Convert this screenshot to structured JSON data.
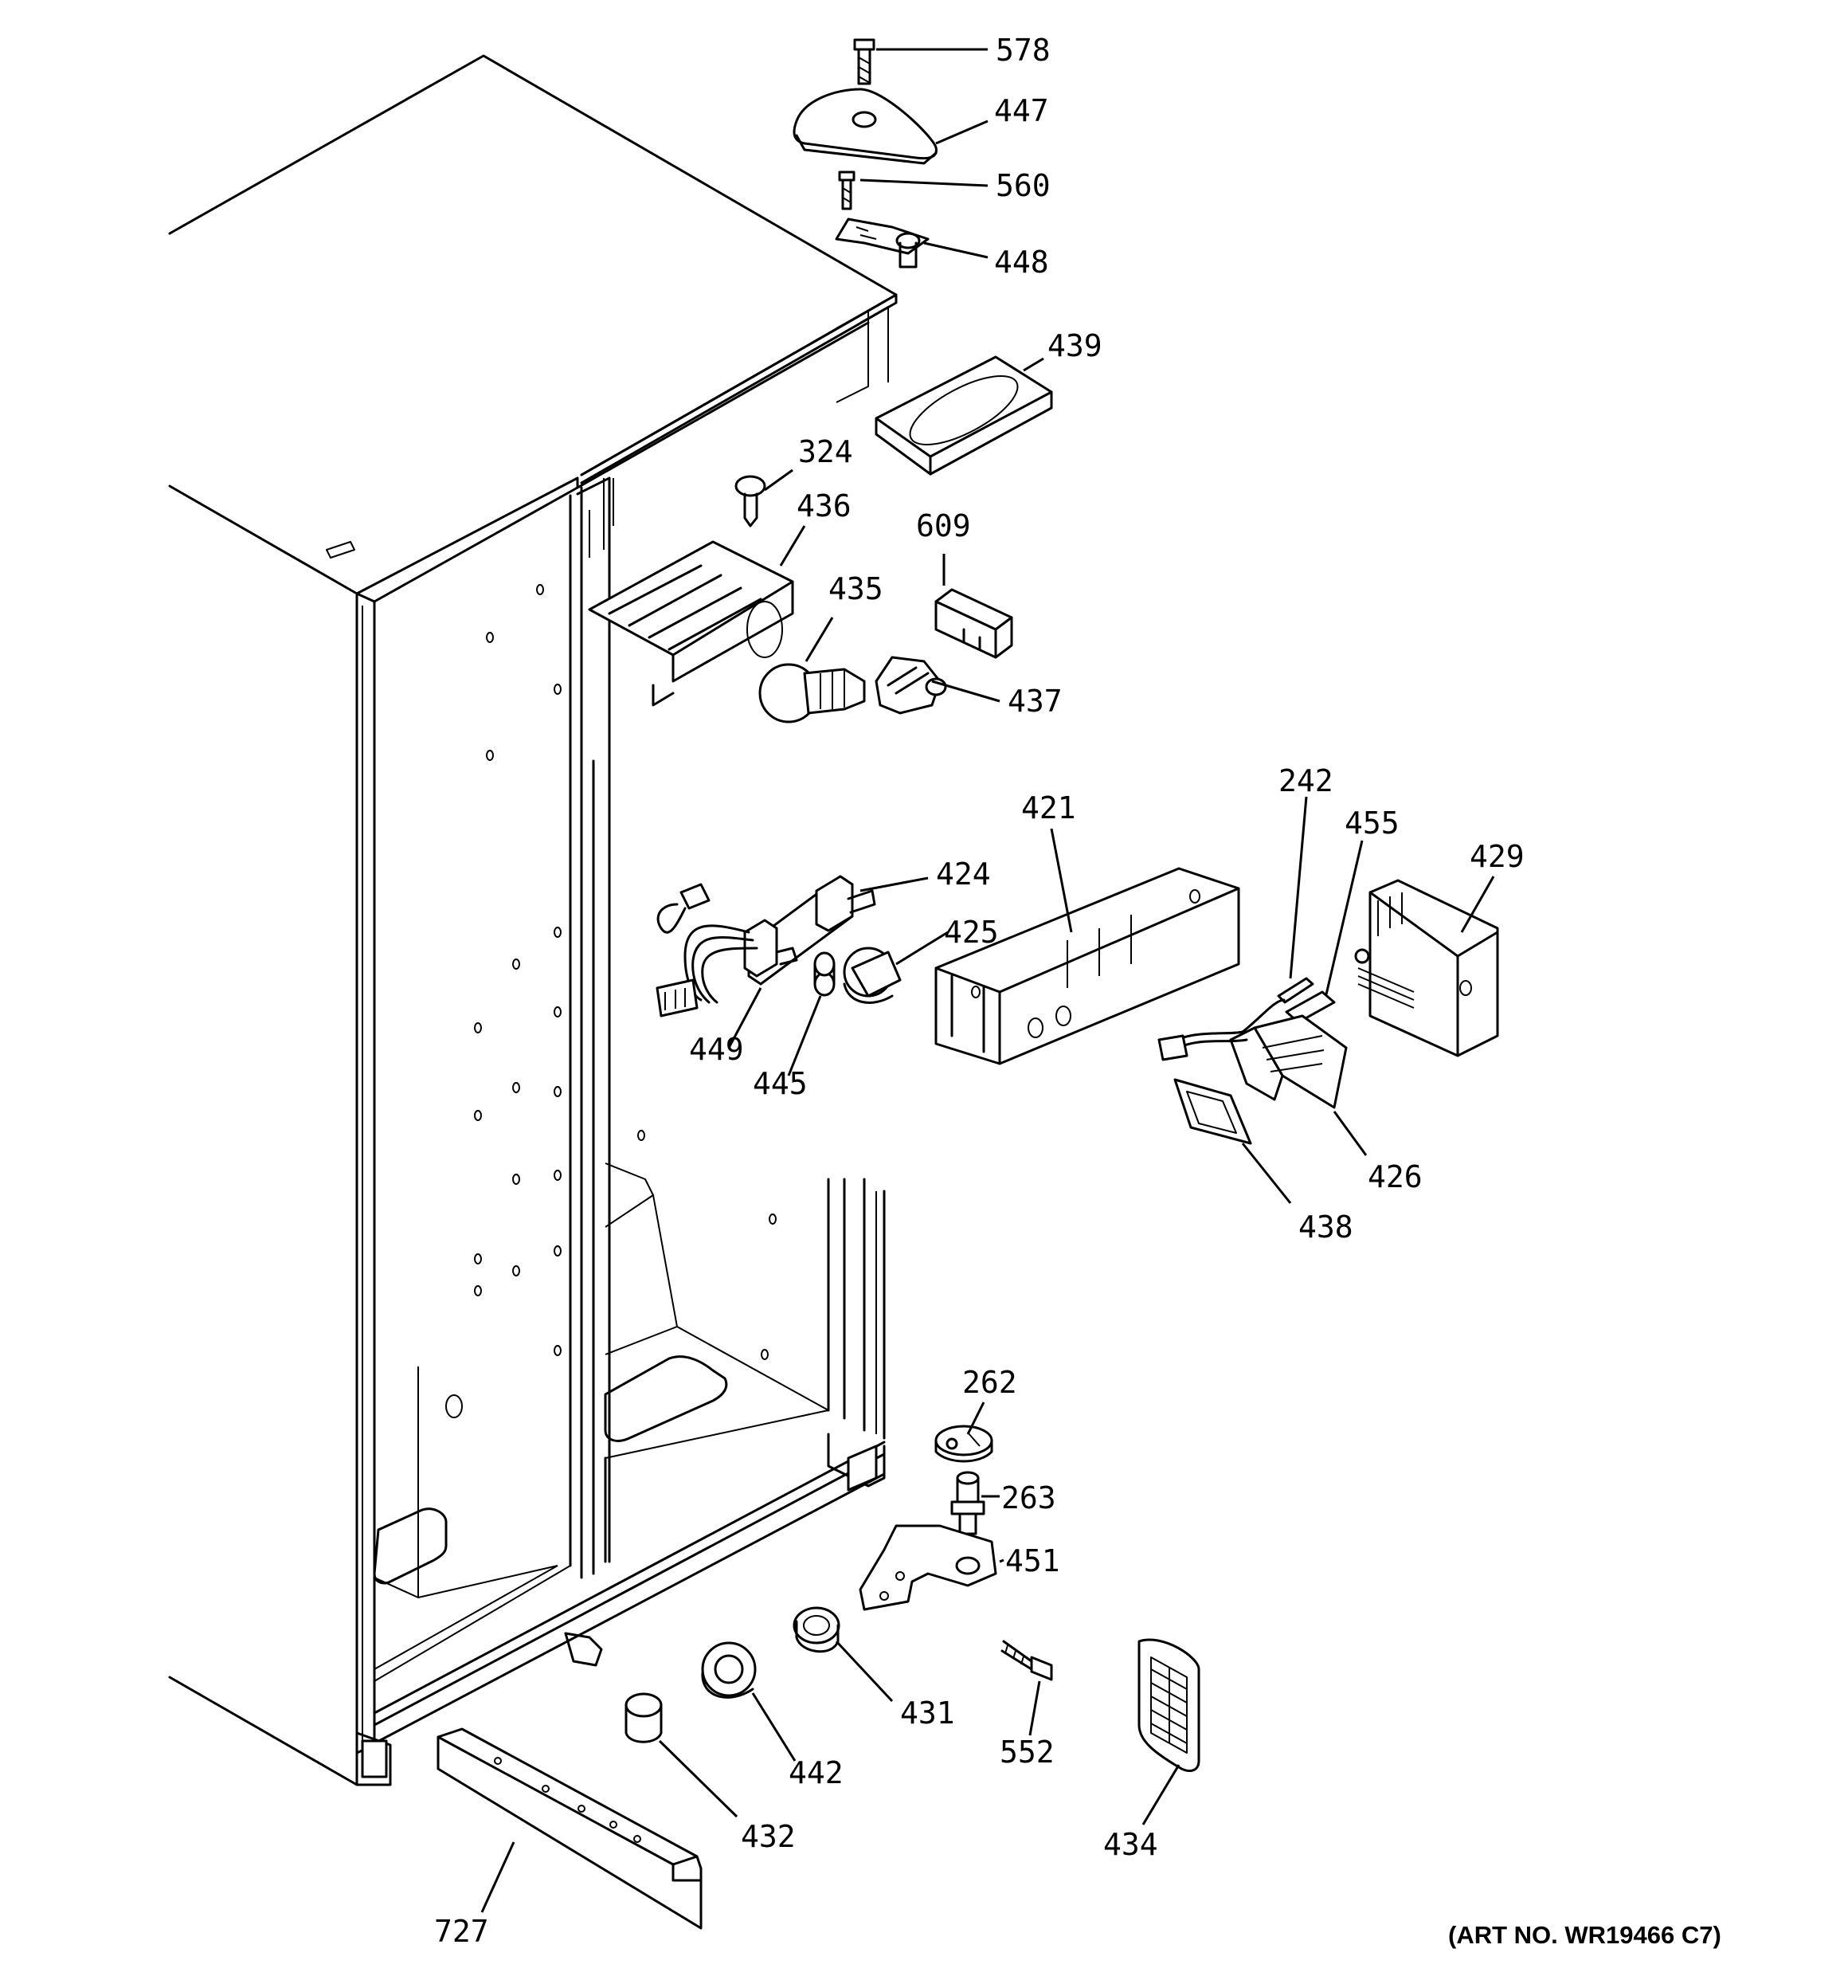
{
  "callouts": {
    "c578": "578",
    "c447": "447",
    "c560": "560",
    "c448": "448",
    "c439": "439",
    "c324": "324",
    "c436": "436",
    "c609": "609",
    "c435": "435",
    "c437": "437",
    "c421": "421",
    "c242": "242",
    "c455": "455",
    "c429": "429",
    "c424": "424",
    "c425": "425",
    "c449": "449",
    "c445": "445",
    "c426": "426",
    "c438": "438",
    "c262": "262",
    "c263": "263",
    "c451": "451",
    "c431": "431",
    "c552": "552",
    "c442": "442",
    "c432": "432",
    "c434": "434",
    "c727": "727"
  },
  "art_number": "(ART NO. WR19466 C7)"
}
